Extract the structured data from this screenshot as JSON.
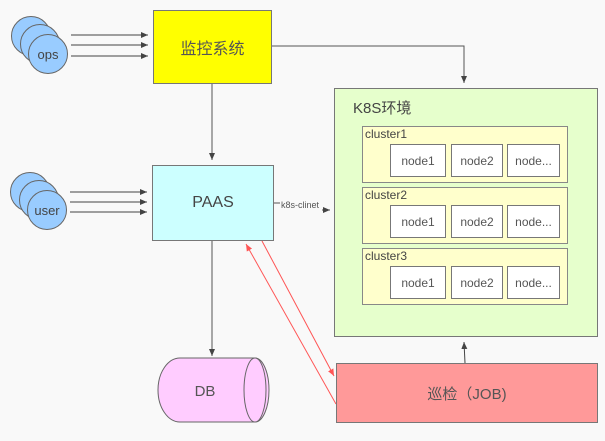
{
  "diagram": {
    "actors": {
      "ops": {
        "label": "ops",
        "count": 3
      },
      "user": {
        "label": "user",
        "count": 3
      }
    },
    "monitor": {
      "label": "监控系统",
      "color": "#ffff00"
    },
    "paas": {
      "label": "PAAS",
      "color": "#ccffff"
    },
    "db": {
      "label": "DB",
      "color": "#ffccff"
    },
    "job": {
      "label": "巡检（JOB)",
      "color": "#ff9999"
    },
    "k8s": {
      "title": "K8S环境",
      "color": "#e6ffcc",
      "clusters": [
        {
          "label": "cluster1",
          "nodes": [
            "node1",
            "node2",
            "node..."
          ]
        },
        {
          "label": "cluster2",
          "nodes": [
            "node1",
            "node2",
            "node..."
          ]
        },
        {
          "label": "cluster3",
          "nodes": [
            "node1",
            "node2",
            "node..."
          ]
        }
      ]
    },
    "edges": {
      "paas_to_k8s_label": "k8s-clinet"
    }
  }
}
